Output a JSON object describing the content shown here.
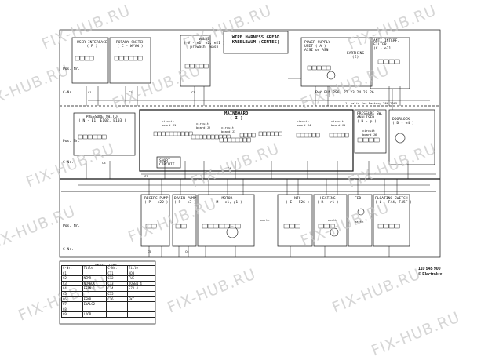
{
  "title": "WIRE HARNESS GREAD KABELBAUM (CINTES)",
  "doc_number": "110 545 900",
  "brand": "© Electrolux",
  "row_labels": {
    "pos": "Pos. Nr.",
    "cnr": "C-Nr."
  },
  "blocks": {
    "user_interface": "USER INTERFACE\n( F )",
    "rotary_switch": "ROTARY SWITCH\n( C - W/VW )",
    "valve": "VALVE\n( V - e1, e2, e21 )\nprewash  wash",
    "power_supply": "POWER SUPPLY\nUNIT ( A )\nAISI or ASN",
    "earthing": "EARTHING\n(E)",
    "anti_interf": "ANTI INTERF.\nFILTER\n(C - e31)",
    "pressure_switch": "PRESSURE SWITCH\n( N - E1, E102, E103 )",
    "mainboard": "MAINBOARD\n( I )",
    "pressure_sw_analised": "PRESSURE SW.\nANALISED\n( N - p )",
    "doorlock": "DOORLOCK\n( D - e4 )",
    "short_circuit": "SHORT\nCIRCUIT",
    "recirc_pump": "RECIRC PUMP\n( P - e22 )",
    "drain_pump": "DRAIN PUMP\n( P - e3 )",
    "motor": "MOTOR\n( M - e1, g1 )",
    "ntc": "NTC\n( E - F26 )",
    "heating": "HEATING\n( R - r1 )",
    "fed": "FED",
    "floating_switch": "FLOATING SWITCH\n( L - F44, F45F )"
  },
  "circuit_boards": [
    "circuit\nboard J1",
    "circuit\nboard J2",
    "circuit\nboard J3",
    "circuit\nboard J4",
    "circuit\nboard J5",
    "circuit\nboard J6"
  ],
  "misc": {
    "bus_text": "Pwr BUS RS6  22 23 24 25 26",
    "note": "1) valid for Factory TAM 2005",
    "earth": "earth",
    "conn_codes": {
      "c1": "C1",
      "c2": "C2",
      "c3": "C3",
      "c4": "C4",
      "c5": "C5",
      "c6": "C6",
      "c7": "C7",
      "c8": "C8"
    }
  },
  "connections": {
    "header": "CONNECTIONS",
    "columns": [
      "C-Nr.",
      "Title",
      "C-Nr.",
      "Title"
    ],
    "rows": [
      [
        "C1",
        "",
        "C11",
        "ADB"
      ],
      [
        "C2",
        "NCMR",
        "C12",
        "FUE"
      ],
      [
        "C3",
        "NCRECK",
        "C13",
        "JOSEN 4"
      ],
      [
        "C4",
        "ESTN 1",
        "C14",
        "E7V 4"
      ],
      [
        "C5",
        "",
        "C15",
        ""
      ],
      [
        "C6",
        "ESMP",
        "C16",
        "FKC"
      ],
      [
        "C7",
        "ENALC2",
        "",
        ""
      ],
      [
        "C8",
        "",
        "",
        ""
      ],
      [
        "C9",
        "LDOP",
        "",
        ""
      ]
    ]
  },
  "watermark": "FIX-HUB.RU"
}
